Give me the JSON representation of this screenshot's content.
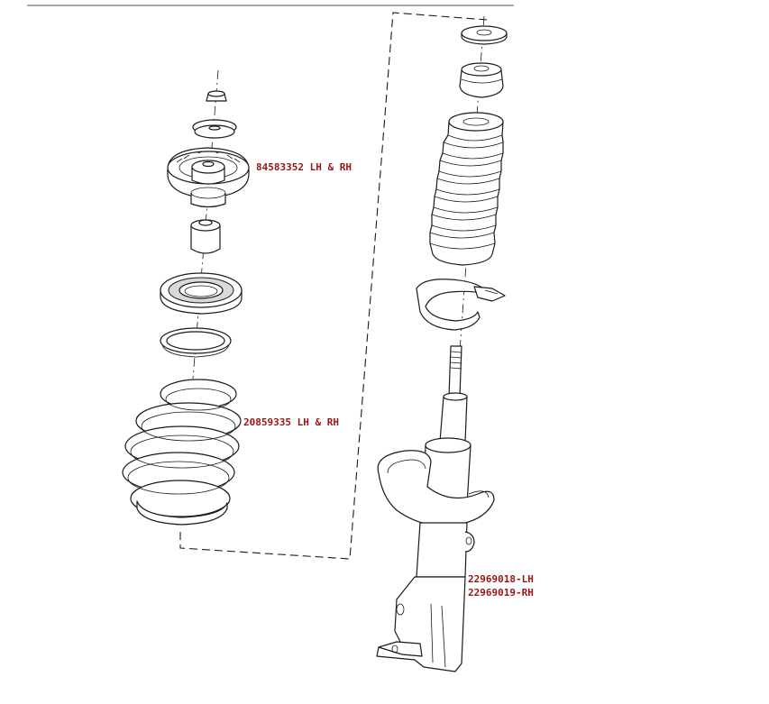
{
  "labels": {
    "top_mount": "84583352 LH & RH",
    "coil_spring": "20859335 LH & RH",
    "strut_lh": "22969018-LH",
    "strut_rh": "22969019-RH"
  },
  "colors": {
    "label_text": "#9a1414",
    "line_art": "#1a1a1a",
    "background": "#ffffff"
  }
}
